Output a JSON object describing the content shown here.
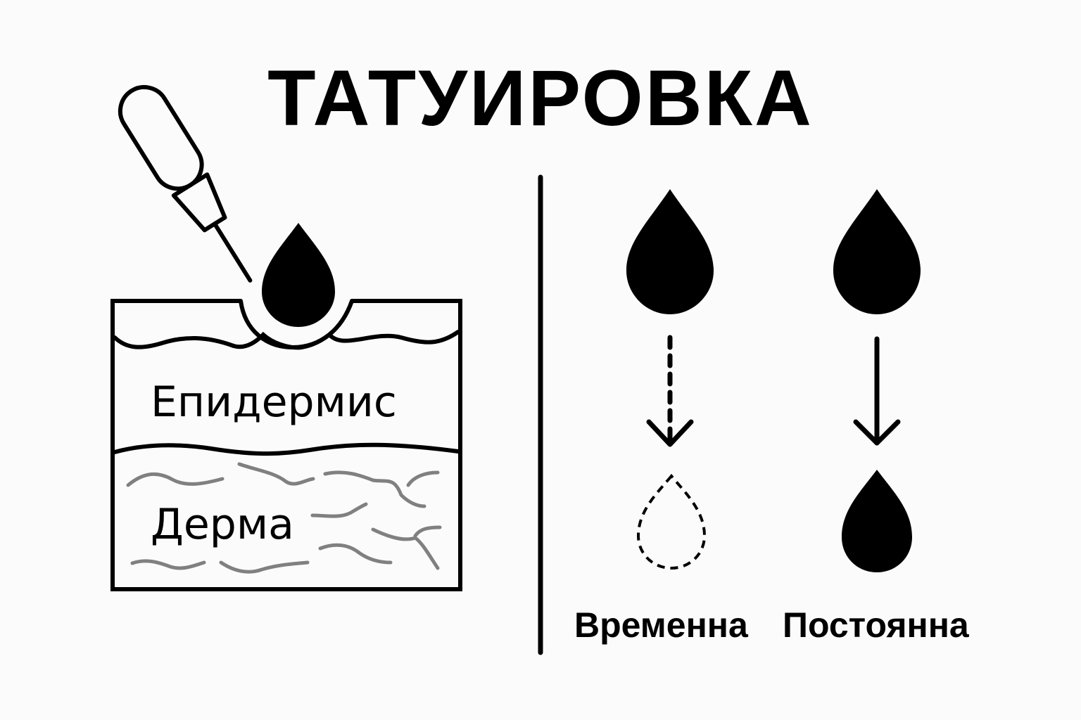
{
  "title": "ТАТУИРОВКА",
  "skin": {
    "epidermis_label": "Епидермис",
    "dermis_label": "Дерма"
  },
  "comparison": {
    "temporary_label": "Временна",
    "permanent_label": "Постоянна"
  },
  "icons": {
    "needle": "tattoo-needle-icon",
    "ink_drop": "ink-drop-icon",
    "faded_drop": "faded-drop-icon"
  },
  "colors": {
    "ink": "#000000",
    "background": "#fbfbfb",
    "dermis_fibers": "#808080"
  }
}
